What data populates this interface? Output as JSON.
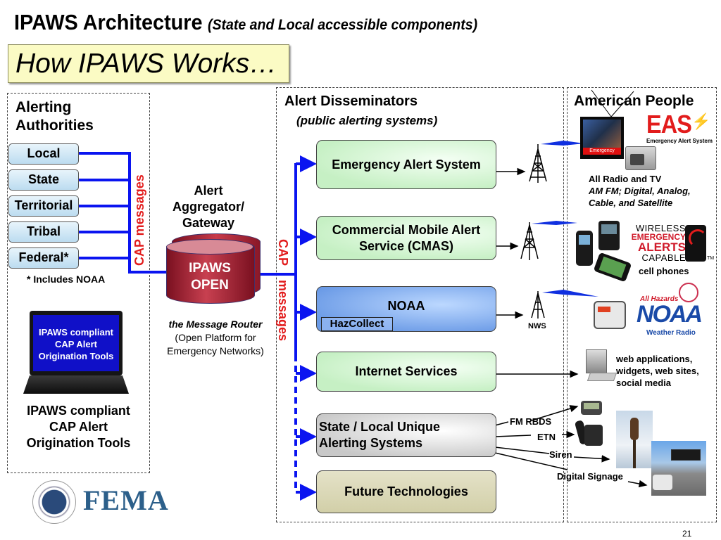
{
  "header": {
    "title": "IPAWS Architecture",
    "subtitle": "(State and Local accessible components)",
    "banner": "How IPAWS Works…"
  },
  "alerting_authorities": {
    "title_line1": "Alerting",
    "title_line2": "Authorities",
    "items": [
      {
        "label": "Local"
      },
      {
        "label": "State"
      },
      {
        "label": "Territorial"
      },
      {
        "label": "Tribal"
      },
      {
        "label": "Federal*"
      }
    ],
    "footnote": "* Includes NOAA",
    "laptop_screen": [
      "IPAWS compliant",
      "CAP Alert",
      "Origination Tools"
    ],
    "tools_caption": [
      "IPAWS compliant",
      "CAP Alert",
      "Origination Tools"
    ]
  },
  "cap_label_left": "CAP messages",
  "aggregator": {
    "title": [
      "Alert",
      "Aggregator/",
      "Gateway"
    ],
    "db_label": [
      "IPAWS",
      "OPEN"
    ],
    "router_title": "the Message Router",
    "router_desc": [
      "(Open Platform for",
      "Emergency Networks)"
    ]
  },
  "cap_label_right": {
    "word1": "CAP",
    "word2": "messages"
  },
  "disseminators": {
    "title": "Alert Disseminators",
    "subtitle": "(public alerting systems)",
    "items": [
      {
        "label": "Emergency Alert System"
      },
      {
        "label": "Commercial Mobile Alert Service (CMAS)"
      },
      {
        "label": "NOAA",
        "tag": "HazCollect"
      },
      {
        "label": "Internet Services"
      },
      {
        "label": "State / Local Unique Alerting Systems"
      },
      {
        "label": "Future Technologies"
      }
    ],
    "tower_label_nws": "NWS",
    "links": [
      "FM RBDS",
      "ETN",
      "Siren",
      "Digital Signage"
    ]
  },
  "american_people": {
    "title": "American People",
    "tv_banner": "Emergency",
    "eas_logo": "EAS",
    "eas_logo_sub": "Emergency Alert System",
    "radio_tv_title": "All Radio and TV",
    "radio_tv_desc": [
      "AM FM; Digital, Analog,",
      "Cable, and Satellite"
    ],
    "wea_logo": [
      "WIRELESS",
      "EMERGENCY",
      "ALERTS",
      "CAPABLE"
    ],
    "wea_tm": "TM",
    "cell_phones": "cell phones",
    "noaa_logo_top": "All Hazards",
    "noaa_logo": "NOAA",
    "noaa_logo_sub": "Weather Radio",
    "web_desc": [
      "web applications,",
      "widgets, web sites,",
      "social media"
    ],
    "digital_signage": "Digital Signage"
  },
  "footer": {
    "agency": "FEMA",
    "page_number": "21"
  },
  "colors": {
    "bus_blue": "#0a14f0",
    "cap_red": "#e21c1c",
    "banner_bg": "#fbfbc4",
    "fema_blue": "#2c5f8a",
    "laptop_screen": "#1010c8"
  }
}
